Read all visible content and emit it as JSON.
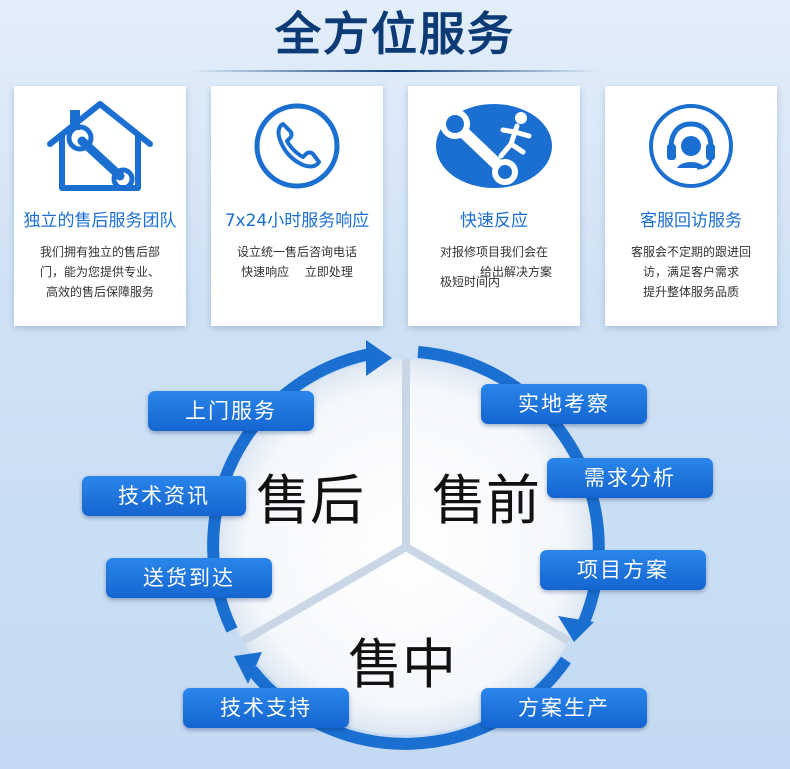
{
  "title": "全方位服务",
  "cards": [
    {
      "icon": "house-wrench-icon",
      "title": "独立的售后服务团队",
      "desc": [
        "我们拥有独立的售后部",
        "门，能为您提供专业、",
        "高效的售后保障服务"
      ]
    },
    {
      "icon": "phone-icon",
      "title": "7x24小时服务响应",
      "desc": [
        "设立统一售后咨询电话",
        "快速响应　 立即处理"
      ]
    },
    {
      "icon": "running-wrench-icon",
      "title": "快速反应",
      "desc": [
        "对报修项目我们会在",
        "给出解决方案",
        "极短时间内"
      ]
    },
    {
      "icon": "headset-icon",
      "title": "客服回访服务",
      "desc": [
        "客服会不定期的跟进回",
        "访，满足客户需求",
        "提升整体服务品质"
      ]
    }
  ],
  "cycle": {
    "after_sales": "售后",
    "pre_sales": "售前",
    "in_sales": "售中",
    "pills": {
      "onsite_service": "上门服务",
      "tech_consult": "技术资讯",
      "delivery": "送货到达",
      "tech_support": "技术支持",
      "site_survey": "实地考察",
      "needs_analysis": "需求分析",
      "project_plan": "项目方案",
      "plan_production": "方案生产"
    }
  },
  "colors": {
    "accent": "#1a6fd1",
    "title": "#0c3b75",
    "pill": "#1a72dd"
  }
}
